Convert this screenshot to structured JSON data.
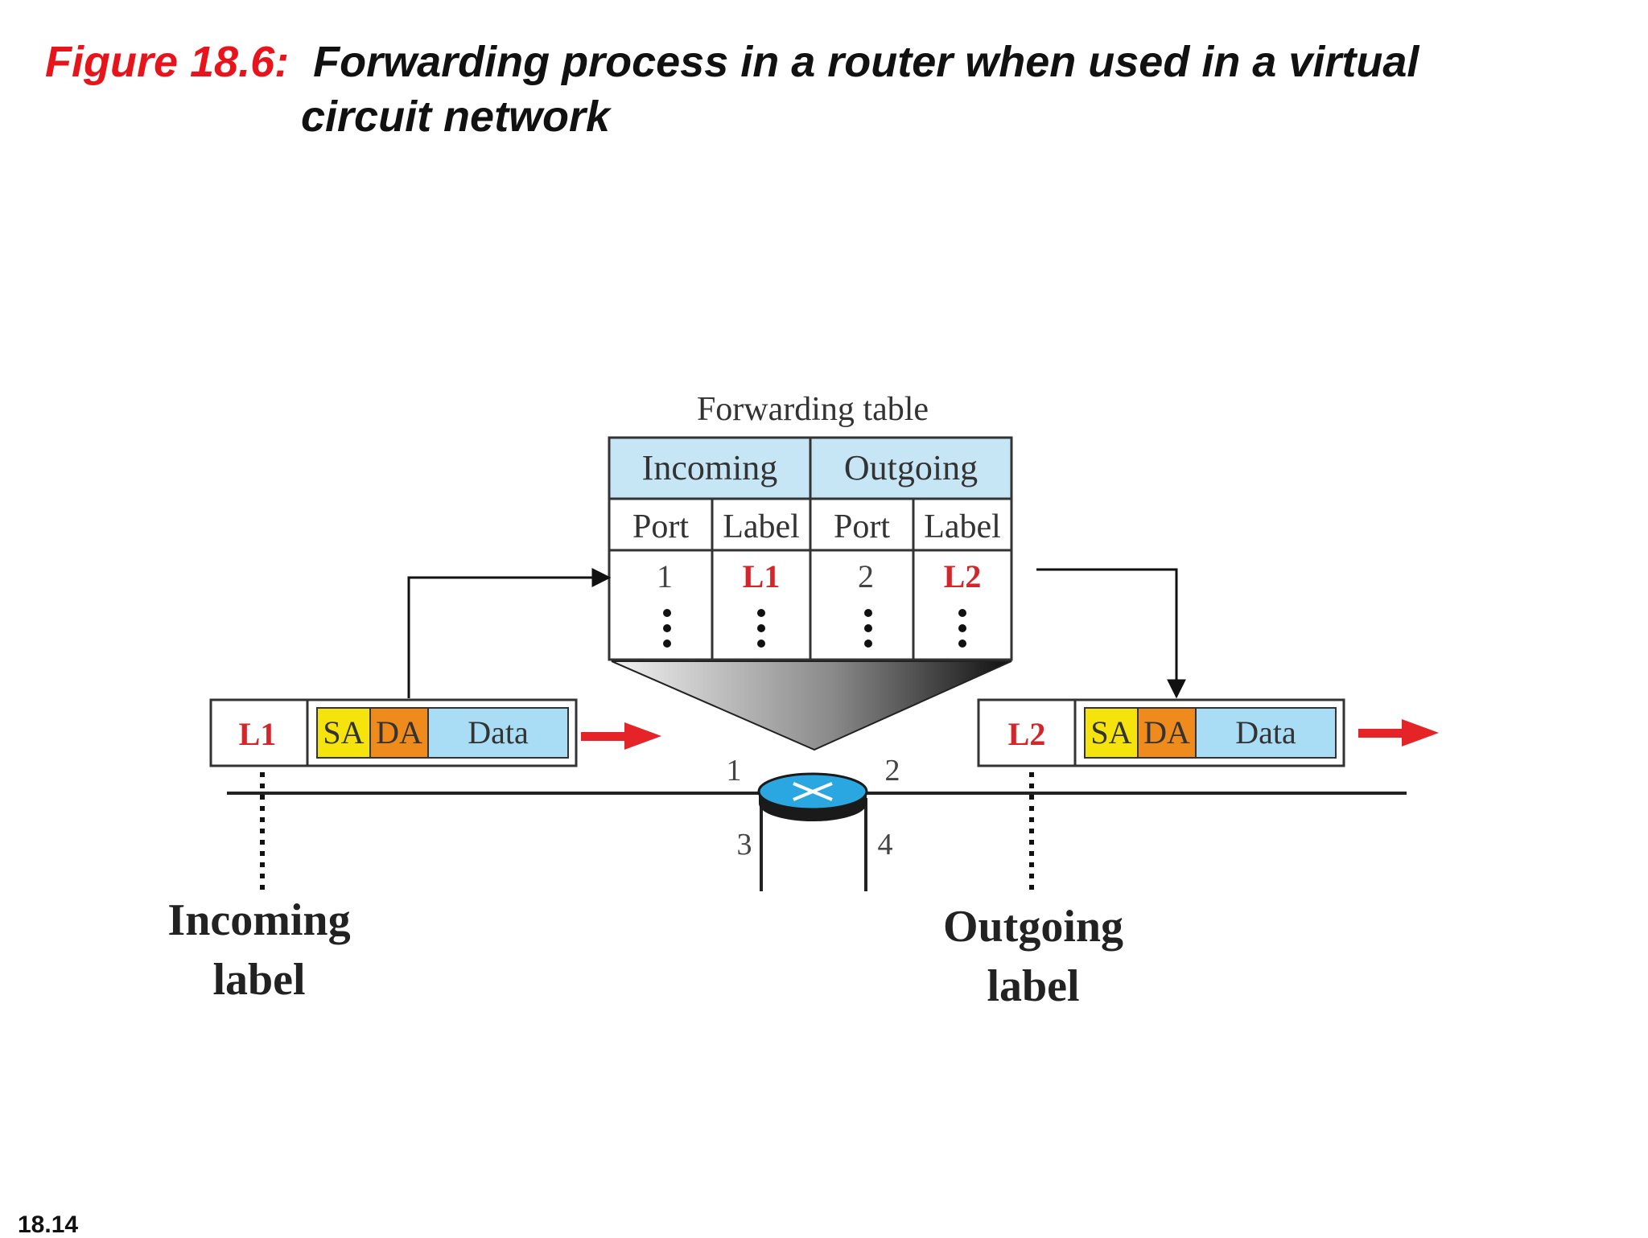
{
  "title": {
    "figure_number": "Figure 18.6:",
    "line1": "Forwarding process in a router when used in a virtual",
    "line2": "circuit network"
  },
  "slide_number": "18.14",
  "diagram": {
    "table_caption": "Forwarding table",
    "header_groups": [
      "Incoming",
      "Outgoing"
    ],
    "subheaders": [
      "Port",
      "Label",
      "Port",
      "Label"
    ],
    "row": {
      "in_port": "1",
      "in_label": "L1",
      "out_port": "2",
      "out_label": "L2"
    },
    "incoming_packet": {
      "label": "L1",
      "sa": "SA",
      "da": "DA",
      "data": "Data"
    },
    "outgoing_packet": {
      "label": "L2",
      "sa": "SA",
      "da": "DA",
      "data": "Data"
    },
    "router_ports": [
      "1",
      "2",
      "3",
      "4"
    ],
    "incoming_caption": [
      "Incoming",
      "label"
    ],
    "outgoing_caption": [
      "Outgoing",
      "label"
    ]
  },
  "colors": {
    "title_red": "#e8141b",
    "label_red": "#d4252b",
    "header_blue": "#c6e6f6",
    "sa_yellow": "#f4e30c",
    "da_orange": "#ef8a1c",
    "data_blue": "#a9dcf5",
    "router_blue": "#2aa7e0",
    "arrow_red": "#e52427"
  }
}
